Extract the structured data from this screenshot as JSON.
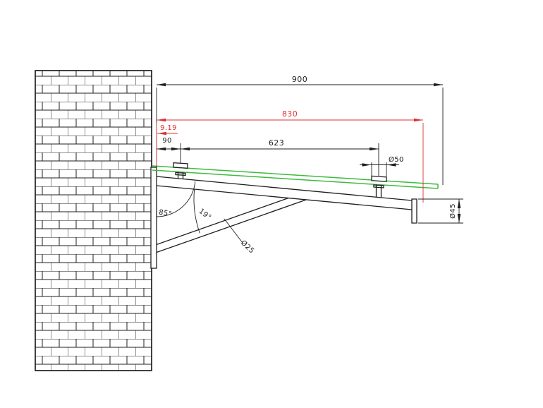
{
  "colors": {
    "line": "#1f1f1f",
    "red": "#e03030",
    "green": "#3dbb3d"
  },
  "labels": {
    "overall_width": "900",
    "glass_width": "830",
    "glass_offset": "9.19",
    "wall_to_first_bolt": "90",
    "bolt_spacing": "623",
    "bolt_cap_diameter": "Ø50",
    "arm_end_diameter": "Ø45",
    "wall_arm_angle": "85°",
    "arm_strut_angle": "19°",
    "strut_diameter": "Ø25"
  }
}
